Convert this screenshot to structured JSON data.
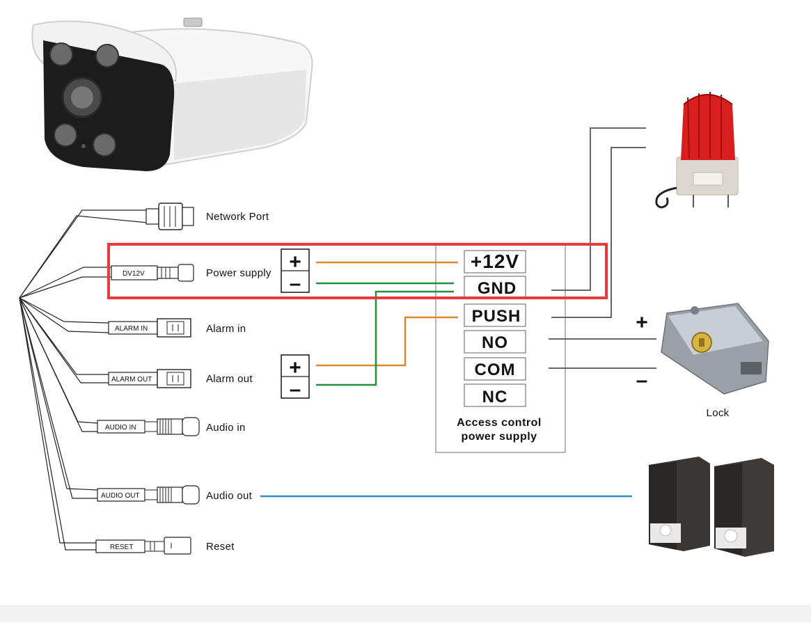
{
  "camera": {
    "connectors": [
      {
        "plug_label": "",
        "label": "Network Port"
      },
      {
        "plug_label": "DV12V",
        "label": "Power  supply"
      },
      {
        "plug_label": "ALARM IN",
        "label": "Alarm in"
      },
      {
        "plug_label": "ALARM OUT",
        "label": "Alarm out"
      },
      {
        "plug_label": "AUDIO IN",
        "label": "Audio in"
      },
      {
        "plug_label": "AUDIO OUT",
        "label": "Audio out"
      },
      {
        "plug_label": "RESET",
        "label": "Reset"
      }
    ]
  },
  "power_box": {
    "plus": "+",
    "minus": "–"
  },
  "alarm_box": {
    "plus": "+",
    "minus": "–"
  },
  "access_control": {
    "terminals": [
      "+12V",
      "GND",
      "PUSH",
      "NO",
      "COM",
      "NC"
    ],
    "caption_line1": "Access control",
    "caption_line2": "power supply"
  },
  "lock": {
    "label": "Lock",
    "plus": "+",
    "minus": "–"
  },
  "colors": {
    "highlight": "#e8393b",
    "wire_orange": "#d98a2c",
    "wire_green": "#1e8f3c",
    "wire_blue": "#2a8fc9",
    "wire_gray": "#666666"
  }
}
